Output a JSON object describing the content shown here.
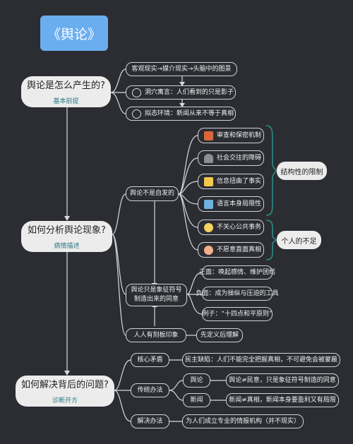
{
  "title": "《舆论》",
  "mains": [
    {
      "title": "舆论是怎么产生的?",
      "sub": "基本前提"
    },
    {
      "title": "如何分析舆论现象?",
      "sub": "病情描述"
    },
    {
      "title": "如何解决背后的问题?",
      "sub": "诊断开方"
    }
  ],
  "origin": [
    "客观现实→媒介现实→头脑中的图景",
    "洞穴寓言：人们看到的只是影子",
    "拟态环境：新闻从来不等于真相"
  ],
  "analysis": {
    "not_spontaneous": "舆论不是自发的",
    "limits": [
      "审查和保密机制",
      "社会交往的障碍",
      "信息扭曲了事实",
      "语言本身局限性"
    ],
    "personal": [
      "不关心公共事务",
      "不愿意直面真相"
    ],
    "structural_label": "结构性的限制",
    "personal_label": "个人的不足",
    "symbol_consent": [
      "舆论只是象征符号",
      "制造出来的同意"
    ],
    "symbol_items": [
      "正面：唤起感情、维护团结",
      "负面：成为操纵与压迫的工具",
      "例子：“十四点和平原则”"
    ],
    "stereotype": "人人有刻板印象",
    "stereotype_item": "先定义后理解"
  },
  "solution": {
    "core": "核心矛盾",
    "core_item": "民主缺陷：人们不能完全把握真相，不可避免会被蒙蔽",
    "traditional": "传统办法",
    "opinion": "舆论",
    "opinion_item": "舆论≠民意，只是象征符号制造的同意",
    "news": "新闻",
    "news_item": "新闻≠真相，新闻本身要盈利又有局限",
    "method": "解决办法",
    "method_item": "为人们成立专业的情报机构（并不现实）"
  },
  "colors": {
    "bg": "#2b2d33",
    "title": "#6aaef0",
    "bracket": "#2a8e86",
    "sub": "#2a7a86"
  }
}
